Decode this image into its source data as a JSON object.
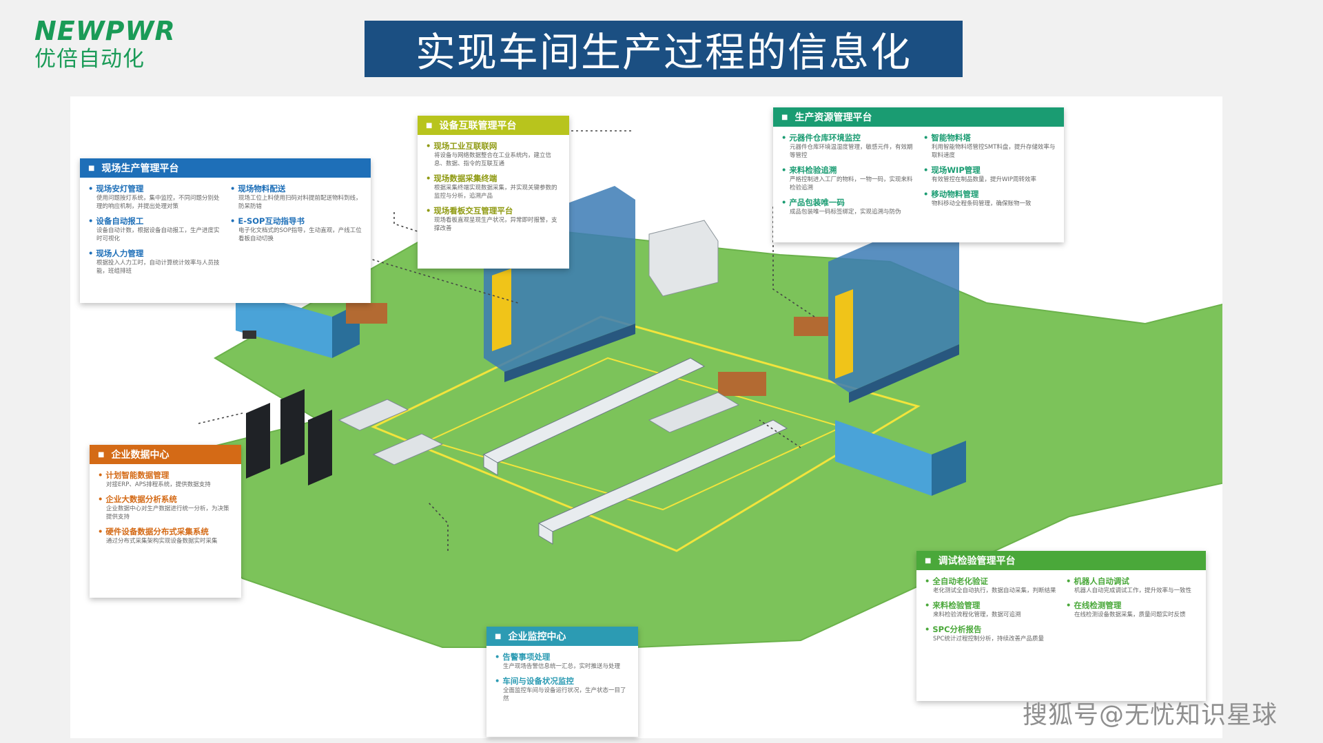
{
  "logo": {
    "en": "NEWPWR",
    "cn": "优倍自动化"
  },
  "title": "实现车间生产过程的信息化",
  "colors": {
    "title_bar": "#1b4f82",
    "floor": "#7cc35a",
    "blue": "#1e6fb8",
    "lime": "#b8c41d",
    "teal": "#1a9c72",
    "orange": "#d46a16",
    "green": "#4aa83a",
    "cyan": "#2c9bb3"
  },
  "panels": {
    "onsite": {
      "header": "现场生产管理平台",
      "items": [
        {
          "title": "现场安灯管理",
          "desc": "使用问题按灯系统，集中监控，不同问题分别处理的响应机制，并提出处理对策"
        },
        {
          "title": "现场物料配送",
          "desc": "现场工位上料使用扫码对料提前配送物料到线，防呆防错"
        },
        {
          "title": "设备自动报工",
          "desc": "设备自动计数，根据设备自动报工，生产进度实时可视化"
        },
        {
          "title": "E-SOP互动指导书",
          "desc": "电子化文档式的SOP指导，生动直观，产线工位看板自动切换"
        },
        {
          "title": "现场人力管理",
          "desc": "根据投入人力工时，自动计算统计效率与人员技能，班组排班"
        }
      ]
    },
    "equip": {
      "header": "设备互联管理平台",
      "items": [
        {
          "title": "现场工业互联联网",
          "desc": "将设备与网络数据整合在工业系统内，建立信息、数据、指令的互联互通"
        },
        {
          "title": "现场数据采集终端",
          "desc": "根据采集终端实现数据采集，并实现关键参数的监控与分析，追溯产品"
        },
        {
          "title": "现场看板交互管理平台",
          "desc": "现场看板直观呈现生产状况，异常即时报警，支撑改善"
        }
      ]
    },
    "resource": {
      "header": "生产资源管理平台",
      "items": [
        {
          "title": "元器件仓库环境监控",
          "desc": "元器件仓库环境温湿度管理，敏感元件，有效期等管控"
        },
        {
          "title": "智能物料塔",
          "desc": "利用智能物料塔管控SMT料盘，提升存储效率与取料速度"
        },
        {
          "title": "来料检验追溯",
          "desc": "严格控制进入工厂的物料，一物一码，实现来料检验追溯"
        },
        {
          "title": "现场WIP管理",
          "desc": "有效管控在制品数量，提升WIP周转效率"
        },
        {
          "title": "产品包装唯一码",
          "desc": "成品包装唯一码标签绑定，实现追溯与防伪"
        },
        {
          "title": "移动物料管理",
          "desc": "物料移动全程条码管理，确保账物一致"
        }
      ]
    },
    "datacenter": {
      "header": "企业数据中心",
      "items": [
        {
          "title": "计划智能数据管理",
          "desc": "对接ERP、APS排程系统，提供数据支持"
        },
        {
          "title": "企业大数据分析系统",
          "desc": "企业数据中心对生产数据进行统一分析，为决策提供支持"
        },
        {
          "title": "硬件设备数据分布式采集系统",
          "desc": "通过分布式采集架构实现设备数据实时采集"
        }
      ]
    },
    "monitor": {
      "header": "企业监控中心",
      "items": [
        {
          "title": "告警事项处理",
          "desc": "生产现场告警信息统一汇总，实时推送与处理"
        },
        {
          "title": "车间与设备状况监控",
          "desc": "全面监控车间与设备运行状况，生产状态一目了然"
        }
      ]
    },
    "test": {
      "header": "调试检验管理平台",
      "items": [
        {
          "title": "全自动老化验证",
          "desc": "老化测试全自动执行，数据自动采集，判断结果"
        },
        {
          "title": "机器人自动调试",
          "desc": "机器人自动完成调试工作，提升效率与一致性"
        },
        {
          "title": "来料检验管理",
          "desc": "来料检验流程化管理，数据可追溯"
        },
        {
          "title": "在线检测管理",
          "desc": "在线检测设备数据采集，质量问题实时反馈"
        },
        {
          "title": "SPC分析报告",
          "desc": "SPC统计过程控制分析，持续改善产品质量"
        }
      ]
    }
  },
  "watermark": "搜狐号@无忧知识星球"
}
